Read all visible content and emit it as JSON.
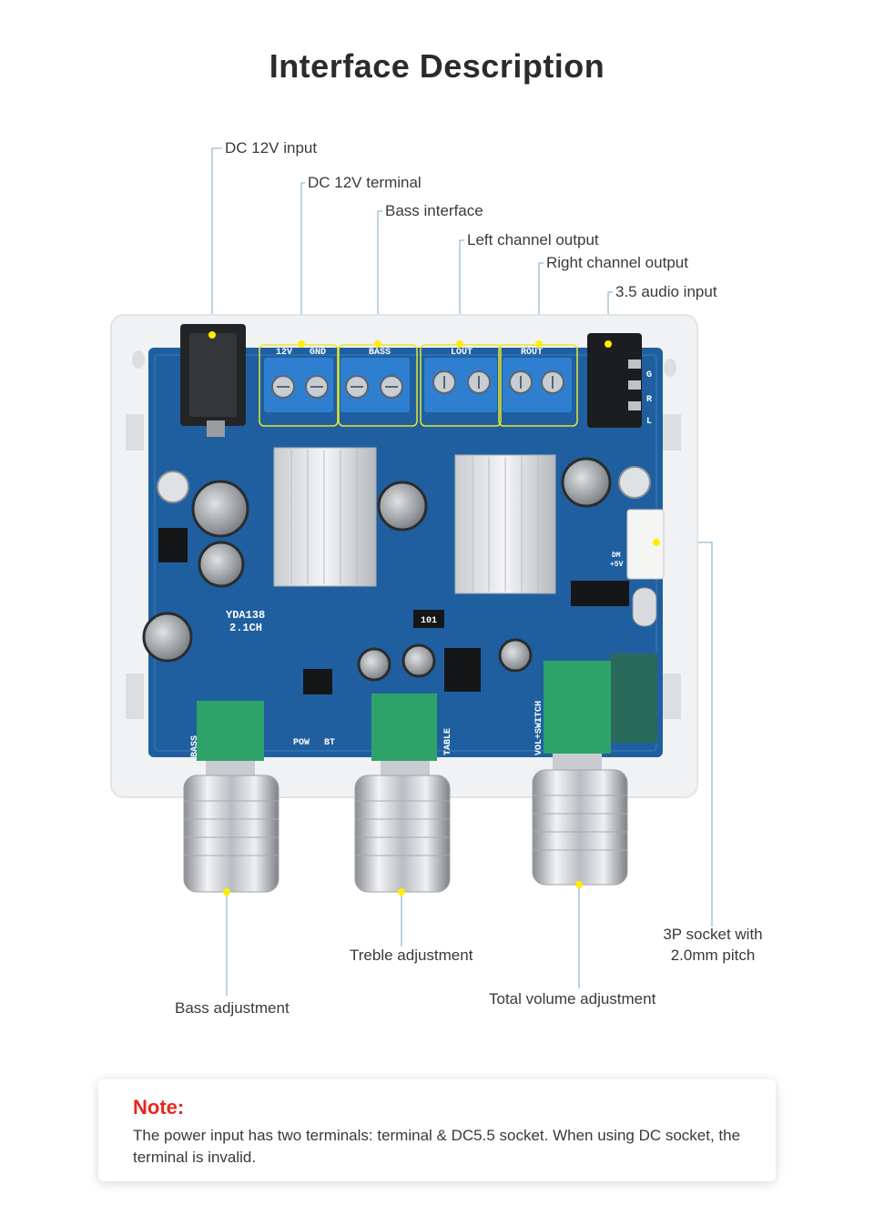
{
  "title": "Interface Description",
  "callouts": {
    "dc_input": "DC 12V input",
    "dc_terminal": "DC 12V terminal",
    "bass_interface": "Bass interface",
    "left_output": "Left channel output",
    "right_output": "Right channel output",
    "audio_input": "3.5 audio input",
    "socket_3p": "3P socket with 2.0mm pitch",
    "treble_adjustment": "Treble adjustment",
    "bass_adjustment": "Bass adjustment",
    "volume_adjustment": "Total volume adjustment"
  },
  "board": {
    "model": "YDA138",
    "channels": "2.1CH",
    "silk_12v": "12V",
    "silk_gnd": "GND",
    "silk_bass": "BASS",
    "silk_lout": "LOUT",
    "silk_rout": "ROUT",
    "silk_pow": "POW",
    "silk_bt": "BT",
    "silk_table": "TABLE",
    "silk_vol": "VOL+SWITCH",
    "silk_bass_pot": "BASS",
    "resistor_code": "101",
    "jack_g": "G",
    "jack_r": "R",
    "jack_l": "L",
    "socket_dm": "DM",
    "socket_5v": "+5V"
  },
  "colors": {
    "pcb": "#1f5fa0",
    "terminal_block": "#2f7fd0",
    "highlight_box": "#e6e62a",
    "dot": "#ffee00",
    "note_heading": "#e8281e"
  },
  "note": {
    "heading": "Note:",
    "body": "The power input has two terminals: terminal & DC5.5 socket. When using DC socket, the terminal is invalid."
  }
}
